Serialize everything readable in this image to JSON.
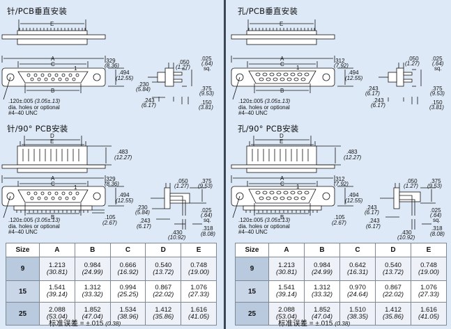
{
  "left": {
    "heading_top": "针/PCB垂直安装",
    "heading_bottom": "针/90° PCB安装",
    "top_dims": {
      "e_label": "E",
      "a_label": "A",
      "c_label": "C",
      "b_label": "B",
      "pin1": "1",
      "d329": ".329",
      "d329mm": "(8.36)",
      "d494": ".494",
      "d494mm": "(12.55)",
      "d050": ".050",
      "d050mm": "(1.27)",
      "d025": ".025",
      "d025mm": "(.64)",
      "sq": "sq.",
      "d230": ".230",
      "d230mm": "(5.84)",
      "d375": ".375",
      "d375mm": "(9.53)",
      "d243": ".243",
      "d243mm": "(6.17)",
      "d150": ".150",
      "d150mm": "(3.81)"
    },
    "note_top": [
      ".120±.005 (3.05±.13)",
      "dia. holes or optional",
      "#4–40 UNC"
    ],
    "bottom_dims": {
      "d_label": "D",
      "e_label": "E",
      "a_label": "A",
      "c_label": "C",
      "b_label": "B",
      "pin1": "1",
      "d483": ".483",
      "d483mm": "(12.27)",
      "d329": ".329",
      "d329mm": "(8.36)",
      "d494": ".494",
      "d494mm": "(12.55)",
      "d050": ".050",
      "d050mm": "(1.27)",
      "d375": ".375",
      "d375mm": "(9.53)",
      "d230": ".230",
      "d230mm": "(5.84)",
      "d105": ".105",
      "d105mm": "(2.67)",
      "d025": ".025",
      "d025mm": "(.64)",
      "sq": "sq.",
      "d243": ".243",
      "d243mm": "(6.17)",
      "d318": ".318",
      "d318mm": "(8.08)",
      "d430": ".430",
      "d430mm": "(10.92)"
    },
    "note_bottom": [
      ".120±.005 (3.05±.13)",
      "dia. holes or optional",
      "#4–40 UNC"
    ],
    "table": {
      "headers": [
        "Size",
        "A",
        "B",
        "C",
        "D",
        "E"
      ],
      "rows": [
        {
          "size": "9",
          "cells": [
            [
              "1.213",
              "(30.81)"
            ],
            [
              "0.984",
              "(24.99)"
            ],
            [
              "0.666",
              "(16.92)"
            ],
            [
              "0.540",
              "(13.72)"
            ],
            [
              "0.748",
              "(19.00)"
            ]
          ]
        },
        {
          "size": "15",
          "cells": [
            [
              "1.541",
              "(39.14)"
            ],
            [
              "1.312",
              "(33.32)"
            ],
            [
              "0.994",
              "(25.25)"
            ],
            [
              "0.867",
              "(22.02)"
            ],
            [
              "1.076",
              "(27.33)"
            ]
          ]
        },
        {
          "size": "25",
          "cells": [
            [
              "2.088",
              "(53.04)"
            ],
            [
              "1.852",
              "(47.04)"
            ],
            [
              "1.534",
              "(38.96)"
            ],
            [
              "1.412",
              "(35.86)"
            ],
            [
              "1.616",
              "(41.05)"
            ]
          ]
        }
      ]
    },
    "tolerance": {
      "label": "标准误差",
      "value": "= ±.015",
      "mm": "(0.38)"
    }
  },
  "right": {
    "heading_top": "孔/PCB垂直安装",
    "heading_bottom": "孔/90° PCB安装",
    "top_dims": {
      "e_label": "E",
      "a_label": "A",
      "c_label": "C",
      "b_label": "B",
      "pin1": "1",
      "d312": ".312",
      "d312mm": "(7.92)",
      "d494": ".494",
      "d494mm": "(12.55)",
      "d050": ".050",
      "d050mm": "(1.27)",
      "d025": ".025",
      "d025mm": "(.64)",
      "sq": "sq.",
      "d243": ".243",
      "d243mm": "(6.17)",
      "d375": ".375",
      "d375mm": "(9.53)",
      "d150": ".150",
      "d150mm": "(3.81)"
    },
    "note_top": [
      ".120±.005 (3.05±.13)",
      "dia. holes or optional",
      "#4–40 UNC"
    ],
    "bottom_dims": {
      "d_label": "D",
      "e_label": "E",
      "a_label": "A",
      "c_label": "C",
      "b_label": "B",
      "pin1": "1",
      "d483": ".483",
      "d483mm": "(12.27)",
      "d312": ".312",
      "d312mm": "(7.92)",
      "d494": ".494",
      "d494mm": "(12.55)",
      "d050": ".050",
      "d050mm": "(1.27)",
      "d375": ".375",
      "d375mm": "(9.53)",
      "d243": ".243",
      "d243mm": "(6.17)",
      "d105": ".105",
      "d105mm": "(2.67)",
      "d025": ".025",
      "d025mm": "(.64)",
      "sq": "sq.",
      "d318": ".318",
      "d318mm": "(8.08)",
      "d430": ".430",
      "d430mm": "(10.92)"
    },
    "note_bottom": [
      ".120±.005 (3.05±.13)",
      "dia. holes or optional",
      "#4–40 UNC"
    ],
    "table": {
      "headers": [
        "Size",
        "A",
        "B",
        "C",
        "D",
        "E"
      ],
      "rows": [
        {
          "size": "9",
          "cells": [
            [
              "1.213",
              "(30.81)"
            ],
            [
              "0.984",
              "(24.99)"
            ],
            [
              "0.642",
              "(16.31)"
            ],
            [
              "0.540",
              "(13.72)"
            ],
            [
              "0.748",
              "(19.00)"
            ]
          ]
        },
        {
          "size": "15",
          "cells": [
            [
              "1.541",
              "(39.14)"
            ],
            [
              "1.312",
              "(33.32)"
            ],
            [
              "0.970",
              "(24.64)"
            ],
            [
              "0.867",
              "(22.02)"
            ],
            [
              "1.076",
              "(27.33)"
            ]
          ]
        },
        {
          "size": "25",
          "cells": [
            [
              "2.088",
              "(53.04)"
            ],
            [
              "1.852",
              "(47.04)"
            ],
            [
              "1.510",
              "(38.35)"
            ],
            [
              "1.412",
              "(35.86)"
            ],
            [
              "1.616",
              "(41.05)"
            ]
          ]
        }
      ]
    },
    "tolerance": {
      "label": "标准误差",
      "value": "= ±.015",
      "mm": "(0.38)"
    }
  }
}
